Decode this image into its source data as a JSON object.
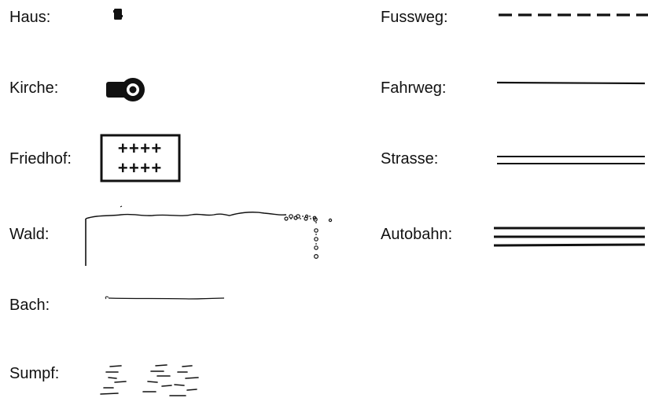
{
  "legend": {
    "left": [
      {
        "label": "Haus:",
        "symbol": "house-symbol"
      },
      {
        "label": "Kirche:",
        "symbol": "church-symbol"
      },
      {
        "label": "Friedhof:",
        "symbol": "cemetery-symbol",
        "marks": [
          "++++",
          "++++"
        ]
      },
      {
        "label": "Wald:",
        "symbol": "forest-symbol"
      },
      {
        "label": "Bach:",
        "symbol": "stream-symbol"
      },
      {
        "label": "Sumpf:",
        "symbol": "swamp-symbol"
      }
    ],
    "right": [
      {
        "label": "Fussweg:",
        "symbol": "footpath-symbol"
      },
      {
        "label": "Fahrweg:",
        "symbol": "track-symbol"
      },
      {
        "label": "Strasse:",
        "symbol": "road-symbol"
      },
      {
        "label": "Autobahn:",
        "symbol": "motorway-symbol"
      }
    ]
  },
  "colors": {
    "ink": "#111111",
    "background": "#ffffff"
  }
}
